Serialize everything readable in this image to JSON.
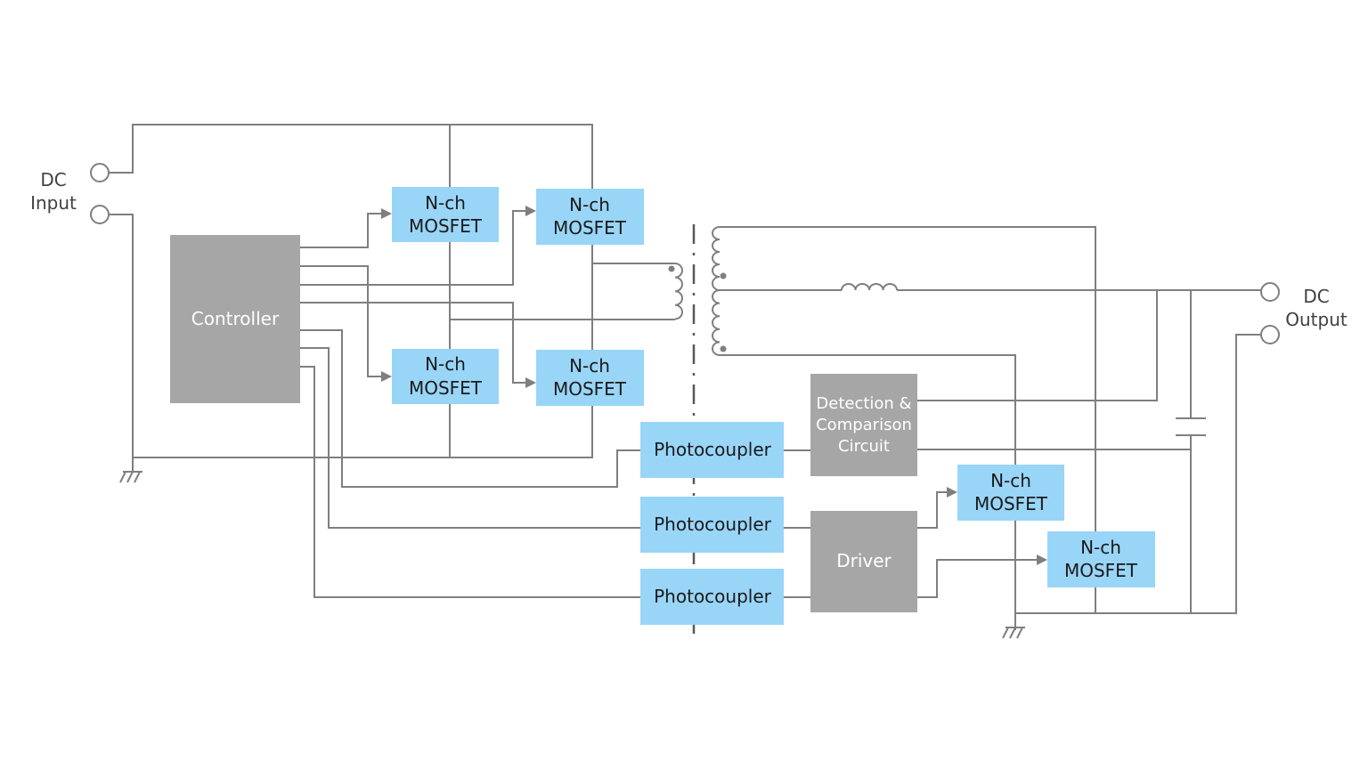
{
  "terminals": {
    "input_line1": "DC",
    "input_line2": "Input",
    "output_line1": "DC",
    "output_line2": "Output"
  },
  "controller": {
    "label": "Controller"
  },
  "mosfets": [
    {
      "line1": "N-ch",
      "line2": "MOSFET"
    },
    {
      "line1": "N-ch",
      "line2": "MOSFET"
    },
    {
      "line1": "N-ch",
      "line2": "MOSFET"
    },
    {
      "line1": "N-ch",
      "line2": "MOSFET"
    },
    {
      "line1": "N-ch",
      "line2": "MOSFET"
    },
    {
      "line1": "N-ch",
      "line2": "MOSFET"
    }
  ],
  "photocouplers": [
    {
      "label": "Photocoupler"
    },
    {
      "label": "Photocoupler"
    },
    {
      "label": "Photocoupler"
    }
  ],
  "detection": {
    "line1": "Detection &",
    "line2": "Comparison",
    "line3": "Circuit"
  },
  "driver": {
    "label": "Driver"
  },
  "colors": {
    "blue_block": "#99d5f7",
    "gray_block": "#a6a6a6",
    "wire": "#7f7f7f"
  }
}
